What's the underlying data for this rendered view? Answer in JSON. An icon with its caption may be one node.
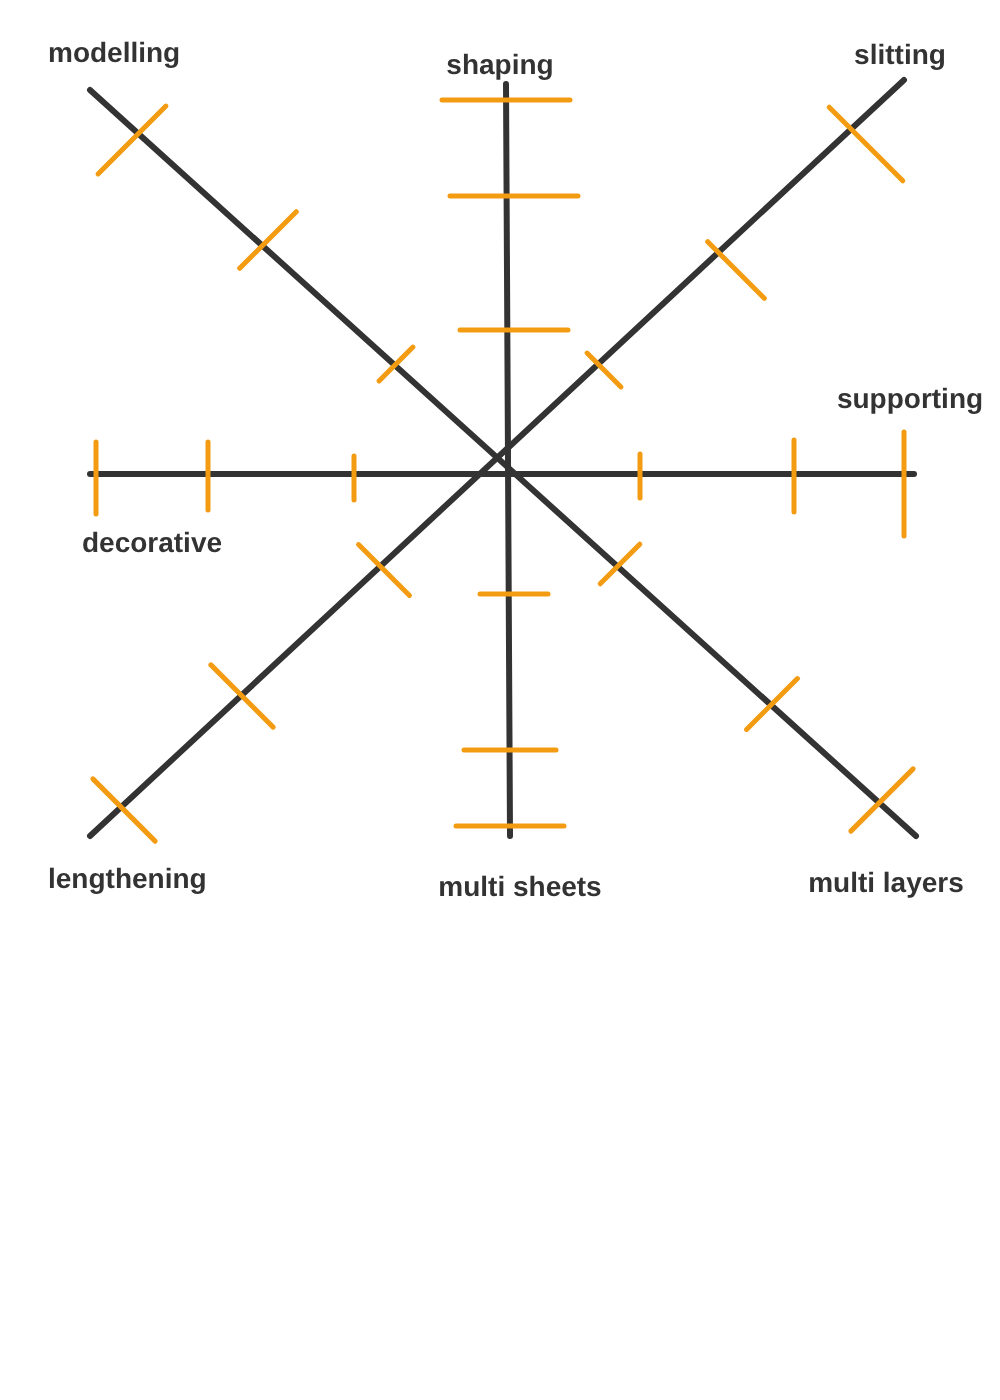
{
  "diagram": {
    "labels": [
      "modelling",
      "shaping",
      "slitting",
      "supporting",
      "decorative",
      "lengthening",
      "multi sheets",
      "multi layers"
    ]
  }
}
